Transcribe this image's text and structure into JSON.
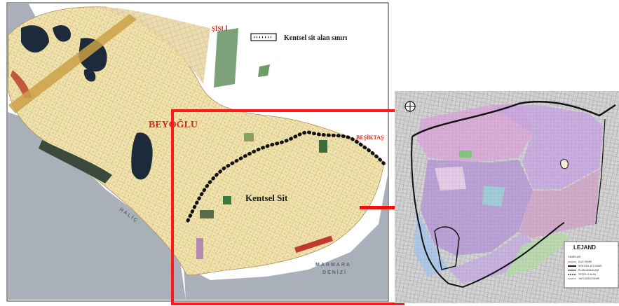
{
  "left_map": {
    "legend": {
      "label": "Kentsel sit alan sınırı"
    },
    "labels": {
      "district_main": "BEYOĞLU",
      "district_top": "ŞİŞLİ",
      "district_right": "BEŞİKTAŞ",
      "sit_area": "Kentsel Sit",
      "sea_line1": "MARMARA",
      "sea_line2": "DENİZİ",
      "halic": "HALİÇ"
    },
    "colors": {
      "sea": "#a9b0ba",
      "land": "#efe6b4",
      "boundary": "#111111",
      "highlight": "#ff1a1a"
    }
  },
  "right_map": {
    "legend": {
      "title": "LEJAND",
      "heading": "SINIRLAR",
      "items": [
        "İLÇE SINIRI",
        "KENTSEL SİT SINIRI",
        "PLANLAMA ALANI",
        "TESCİLLİ ALAN",
        "YAPI ADASI SINIRI"
      ]
    },
    "colors": {
      "zone_pink": "#d9a8d8",
      "zone_purple": "#b79ad6",
      "zone_blue": "#a8c8e8",
      "zone_green": "#b6dca8"
    }
  },
  "arrow": {
    "color": "#ee1111"
  }
}
